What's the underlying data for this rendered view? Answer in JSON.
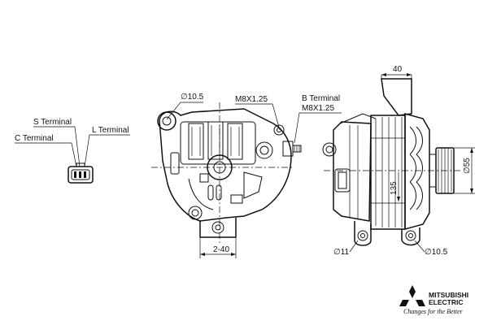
{
  "terminals": {
    "s_terminal": "S Terminal",
    "c_terminal": "C Terminal",
    "l_terminal": "L Terminal"
  },
  "front_view": {
    "mount_hole_dim": "∅10.5",
    "thread_left": "M8X1.25",
    "b_terminal": "B Terminal",
    "thread_right": "M8X1.25",
    "bottom_dim": "2-40"
  },
  "side_view": {
    "top_dim": "40",
    "pulley_dim": "∅55",
    "body_dim": "135",
    "hole_left": "∅11",
    "hole_right": "∅10.5"
  },
  "logo": {
    "brand_line1": "MITSUBISHI",
    "brand_line2": "ELECTRIC",
    "slogan": "Changes for the Better"
  }
}
